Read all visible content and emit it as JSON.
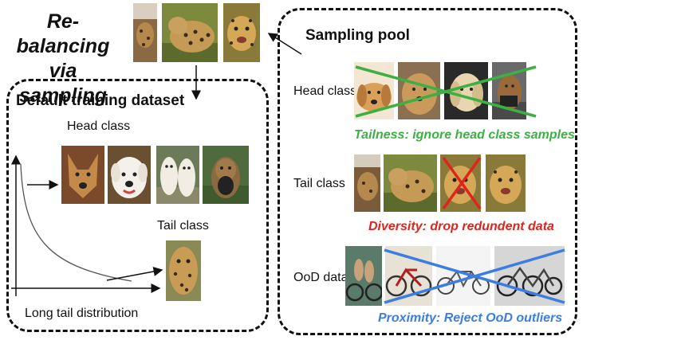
{
  "header": {
    "title": "Re-balancing via sampling"
  },
  "default_dataset": {
    "title": "Default training dataset",
    "head_label": "Head class",
    "tail_label": "Tail class",
    "distribution_label": "Long tail distribution"
  },
  "sampling_pool": {
    "title": "Sampling pool",
    "rows": [
      {
        "label": "Head class",
        "caption": "Tailness: ignore head class samples"
      },
      {
        "label": "Tail class",
        "caption": "Diversity: drop redundent data"
      },
      {
        "label": "OoD data",
        "caption": "Proximity: Reject OoD outliers"
      }
    ]
  },
  "colors": {
    "tailness": "#3cb043",
    "diversity": "#e0241b",
    "proximity": "#3b7de0",
    "border": "#111111"
  },
  "icons": [
    "leopard-photo",
    "dog-photo",
    "bicycle-photo",
    "cross-mark"
  ]
}
